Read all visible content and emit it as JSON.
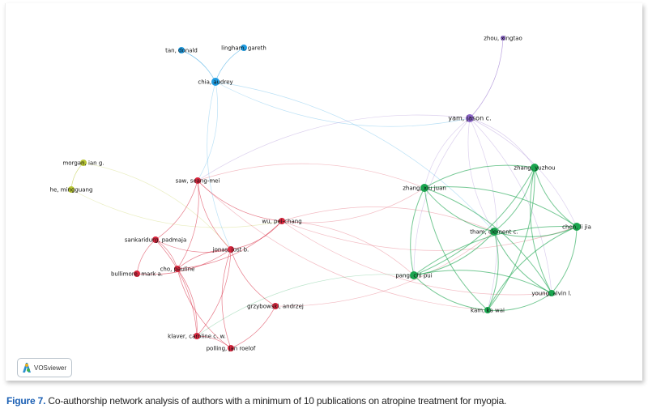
{
  "colors": {
    "red": "#d7263d",
    "blue": "#1e9be0",
    "green": "#1aa54f",
    "purple": "#8a63c8",
    "yellow": "#b8c634"
  },
  "nodes": [
    {
      "label": "tan, donald",
      "cluster": "blue"
    },
    {
      "label": "lingham, gareth",
      "cluster": "blue"
    },
    {
      "label": "chia, audrey",
      "cluster": "blue"
    },
    {
      "label": "zhou, xingtao",
      "cluster": "purple"
    },
    {
      "label": "yam, jason c.",
      "cluster": "purple"
    },
    {
      "label": "morgan, ian g.",
      "cluster": "yellow"
    },
    {
      "label": "he, mingguang",
      "cluster": "yellow"
    },
    {
      "label": "saw, seang-mei",
      "cluster": "red"
    },
    {
      "label": "wu, pei-chang",
      "cluster": "red"
    },
    {
      "label": "sankaridurg, padmaja",
      "cluster": "red"
    },
    {
      "label": "jonas, jost b.",
      "cluster": "red"
    },
    {
      "label": "cho, pauline",
      "cluster": "red"
    },
    {
      "label": "bullimore, mark a.",
      "cluster": "red"
    },
    {
      "label": "grzybowski, andrzej",
      "cluster": "red"
    },
    {
      "label": "klaver, caroline c. w.",
      "cluster": "red"
    },
    {
      "label": "polling, jan roelof",
      "cluster": "red"
    },
    {
      "label": "zhang, xiu juan",
      "cluster": "green"
    },
    {
      "label": "zhang, yuzhou",
      "cluster": "green"
    },
    {
      "label": "tham, clement c.",
      "cluster": "green"
    },
    {
      "label": "chen, li jia",
      "cluster": "green"
    },
    {
      "label": "pang, chi pui",
      "cluster": "green"
    },
    {
      "label": "young, alvin l.",
      "cluster": "green"
    },
    {
      "label": "kam, ka wai",
      "cluster": "green"
    }
  ],
  "edges": [
    [
      0,
      2
    ],
    [
      1,
      2
    ],
    [
      2,
      7
    ],
    [
      2,
      10
    ],
    [
      2,
      18
    ],
    [
      2,
      4
    ],
    [
      3,
      4
    ],
    [
      4,
      16
    ],
    [
      4,
      17
    ],
    [
      4,
      18
    ],
    [
      4,
      19
    ],
    [
      4,
      20
    ],
    [
      4,
      22
    ],
    [
      4,
      7
    ],
    [
      4,
      21
    ],
    [
      5,
      6
    ],
    [
      5,
      10
    ],
    [
      6,
      8
    ],
    [
      7,
      9
    ],
    [
      7,
      10
    ],
    [
      7,
      11
    ],
    [
      7,
      8
    ],
    [
      7,
      16
    ],
    [
      7,
      22
    ],
    [
      8,
      10
    ],
    [
      8,
      16
    ],
    [
      8,
      18
    ],
    [
      8,
      19
    ],
    [
      8,
      20
    ],
    [
      8,
      21
    ],
    [
      8,
      11
    ],
    [
      9,
      10
    ],
    [
      9,
      11
    ],
    [
      9,
      12
    ],
    [
      9,
      14
    ],
    [
      10,
      11
    ],
    [
      10,
      12
    ],
    [
      10,
      13
    ],
    [
      10,
      14
    ],
    [
      10,
      15
    ],
    [
      11,
      14
    ],
    [
      11,
      15
    ],
    [
      13,
      15
    ],
    [
      13,
      18
    ],
    [
      14,
      15
    ],
    [
      20,
      14
    ],
    [
      16,
      17
    ],
    [
      16,
      18
    ],
    [
      16,
      19
    ],
    [
      16,
      20
    ],
    [
      16,
      21
    ],
    [
      16,
      22
    ],
    [
      17,
      18
    ],
    [
      17,
      19
    ],
    [
      17,
      20
    ],
    [
      17,
      21
    ],
    [
      17,
      22
    ],
    [
      18,
      19
    ],
    [
      18,
      20
    ],
    [
      18,
      21
    ],
    [
      18,
      22
    ],
    [
      19,
      20
    ],
    [
      19,
      21
    ],
    [
      19,
      22
    ],
    [
      20,
      21
    ],
    [
      20,
      22
    ],
    [
      21,
      22
    ]
  ],
  "logo": {
    "text": "VOSviewer"
  },
  "caption": {
    "label": "Figure 7.",
    "text": "Co-authorship network analysis of authors with a minimum of 10 publications on atropine treatment for myopia."
  }
}
